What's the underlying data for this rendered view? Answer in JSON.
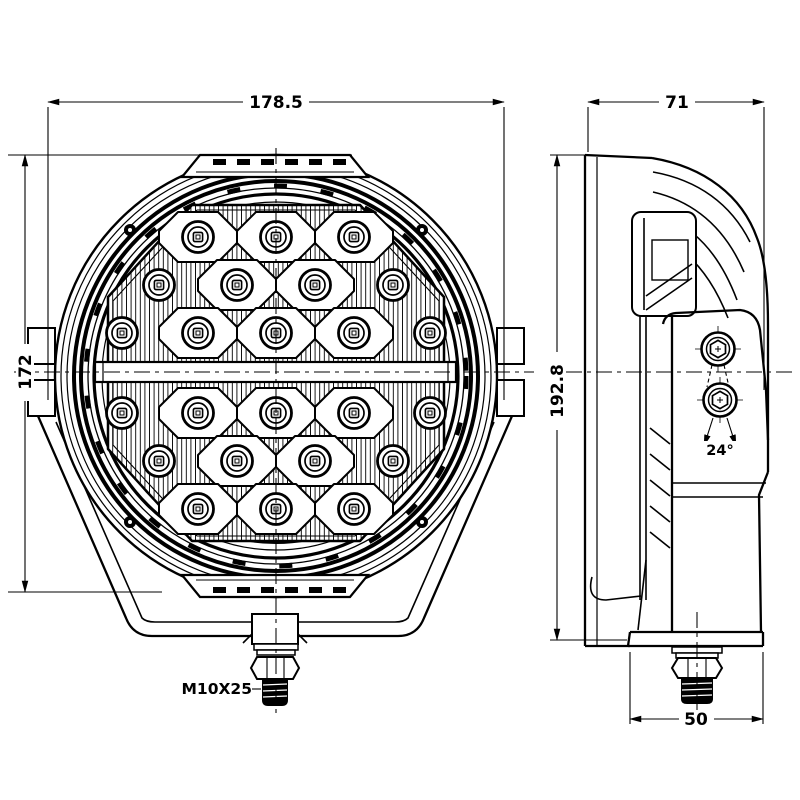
{
  "drawing": {
    "background_color": "#ffffff",
    "line_color": "#000000",
    "subject": "round LED driving light, orthographic front and side views"
  },
  "dimensions": {
    "front_width": "178.5",
    "front_height": "172",
    "side_depth": "71",
    "side_height": "192.8",
    "base_width": "50",
    "bracket_angle": "24°",
    "mount_bolt_spec": "M10X25"
  }
}
